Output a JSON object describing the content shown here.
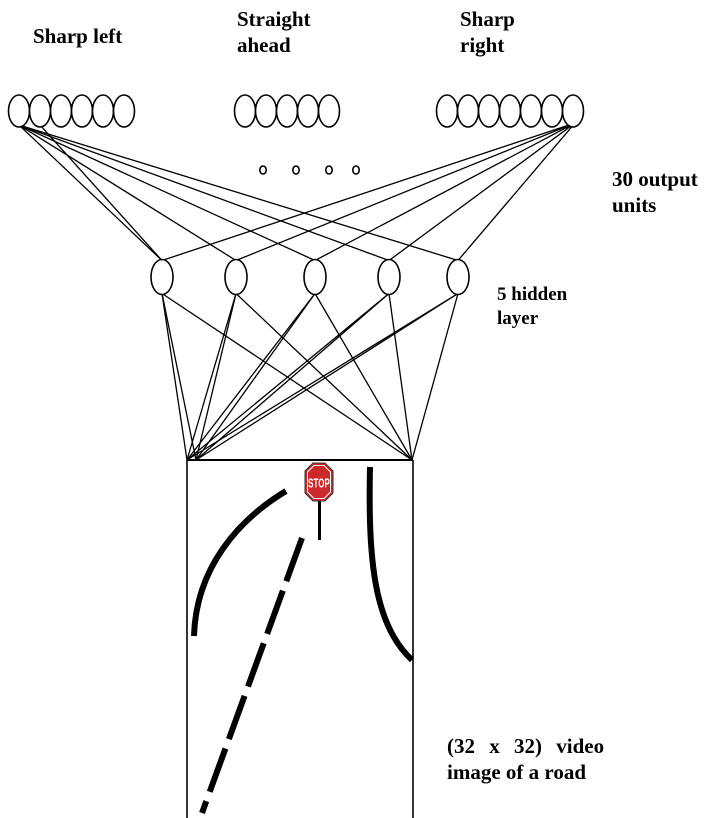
{
  "diagram": {
    "output_groups": [
      {
        "label_lines": [
          "Sharp left"
        ],
        "unit_count": 6
      },
      {
        "label_lines": [
          "Straight",
          "ahead"
        ],
        "unit_count": 5
      },
      {
        "label_lines": [
          "Sharp",
          "right"
        ],
        "unit_count": 7
      }
    ],
    "output_layer": {
      "label_lines": [
        "30 output",
        "units"
      ]
    },
    "hidden_layer": {
      "label_lines": [
        "5 hidden",
        "layer"
      ],
      "unit_count": 5
    },
    "input_image": {
      "label_lines": [
        "(32  x  32)  video",
        "image of a road"
      ]
    },
    "stop_sign": {
      "text": "STOP",
      "color": "#cc2a2a"
    },
    "ellipsis_dots": 4
  }
}
